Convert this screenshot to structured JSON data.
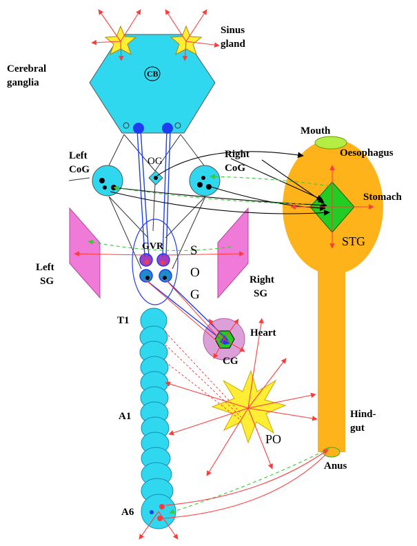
{
  "labels": {
    "sinus_gland_1": "Sinus",
    "sinus_gland_2": "gland",
    "cerebral_ganglia_1": "Cerebral",
    "cerebral_ganglia_2": "ganglia",
    "cb": "CB",
    "mouth": "Mouth",
    "oesophagus": "Oesophagus",
    "og": "OG",
    "left_cog_1": "Left",
    "left_cog_2": "CoG",
    "right_cog_1": "Right",
    "right_cog_2": "CoG",
    "stomach": "Stomach",
    "stg": "STG",
    "left_sg_1": "Left",
    "left_sg_2": "SG",
    "right_sg_1": "Right",
    "right_sg_2": "SG",
    "gvr": "GVR",
    "sog_s": "S",
    "sog_o": "O",
    "sog_g": "G",
    "t1": "T1",
    "heart": "Heart",
    "cg": "CG",
    "a1": "A1",
    "po": "PO",
    "hindgut_1": "Hind-",
    "hindgut_2": "gut",
    "anus": "Anus",
    "a6": "A6"
  },
  "colors": {
    "ganglion_cyan": "#2fd8ee",
    "gut_orange": "#ffb31a",
    "stg_green": "#22cc22",
    "sg_pink": "#f07ad8",
    "heart_pink": "#dca0d8",
    "star_yellow": "#ffee33",
    "neuron_blue": "#1e3cf0",
    "arrow_red": "#ff3c3c",
    "dashed_green": "#33cc33",
    "gvr_purple": "#a040c0"
  }
}
